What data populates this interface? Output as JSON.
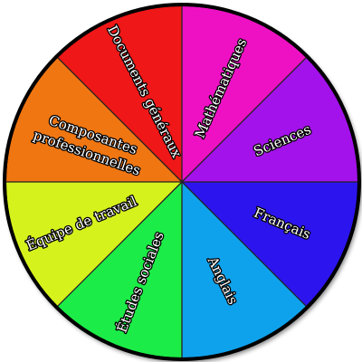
{
  "wheel": {
    "segments": [
      {
        "lines": [
          "Mathématiques"
        ],
        "color": "#ee11c4"
      },
      {
        "lines": [
          "Sciences"
        ],
        "color": "#a312ea"
      },
      {
        "lines": [
          "Français"
        ],
        "color": "#2c14ee"
      },
      {
        "lines": [
          "Anglais"
        ],
        "color": "#0fa2ec"
      },
      {
        "lines": [
          "Études sociales"
        ],
        "color": "#1cec47"
      },
      {
        "lines": [
          "Équipe de travail"
        ],
        "color": "#d6f21c"
      },
      {
        "lines": [
          "Composantes",
          "professionnelles"
        ],
        "color": "#f07612"
      },
      {
        "lines": [
          "Documents généraux"
        ],
        "color": "#ef1717"
      }
    ],
    "outline_color": "#000000",
    "divider_color": "#222222"
  }
}
